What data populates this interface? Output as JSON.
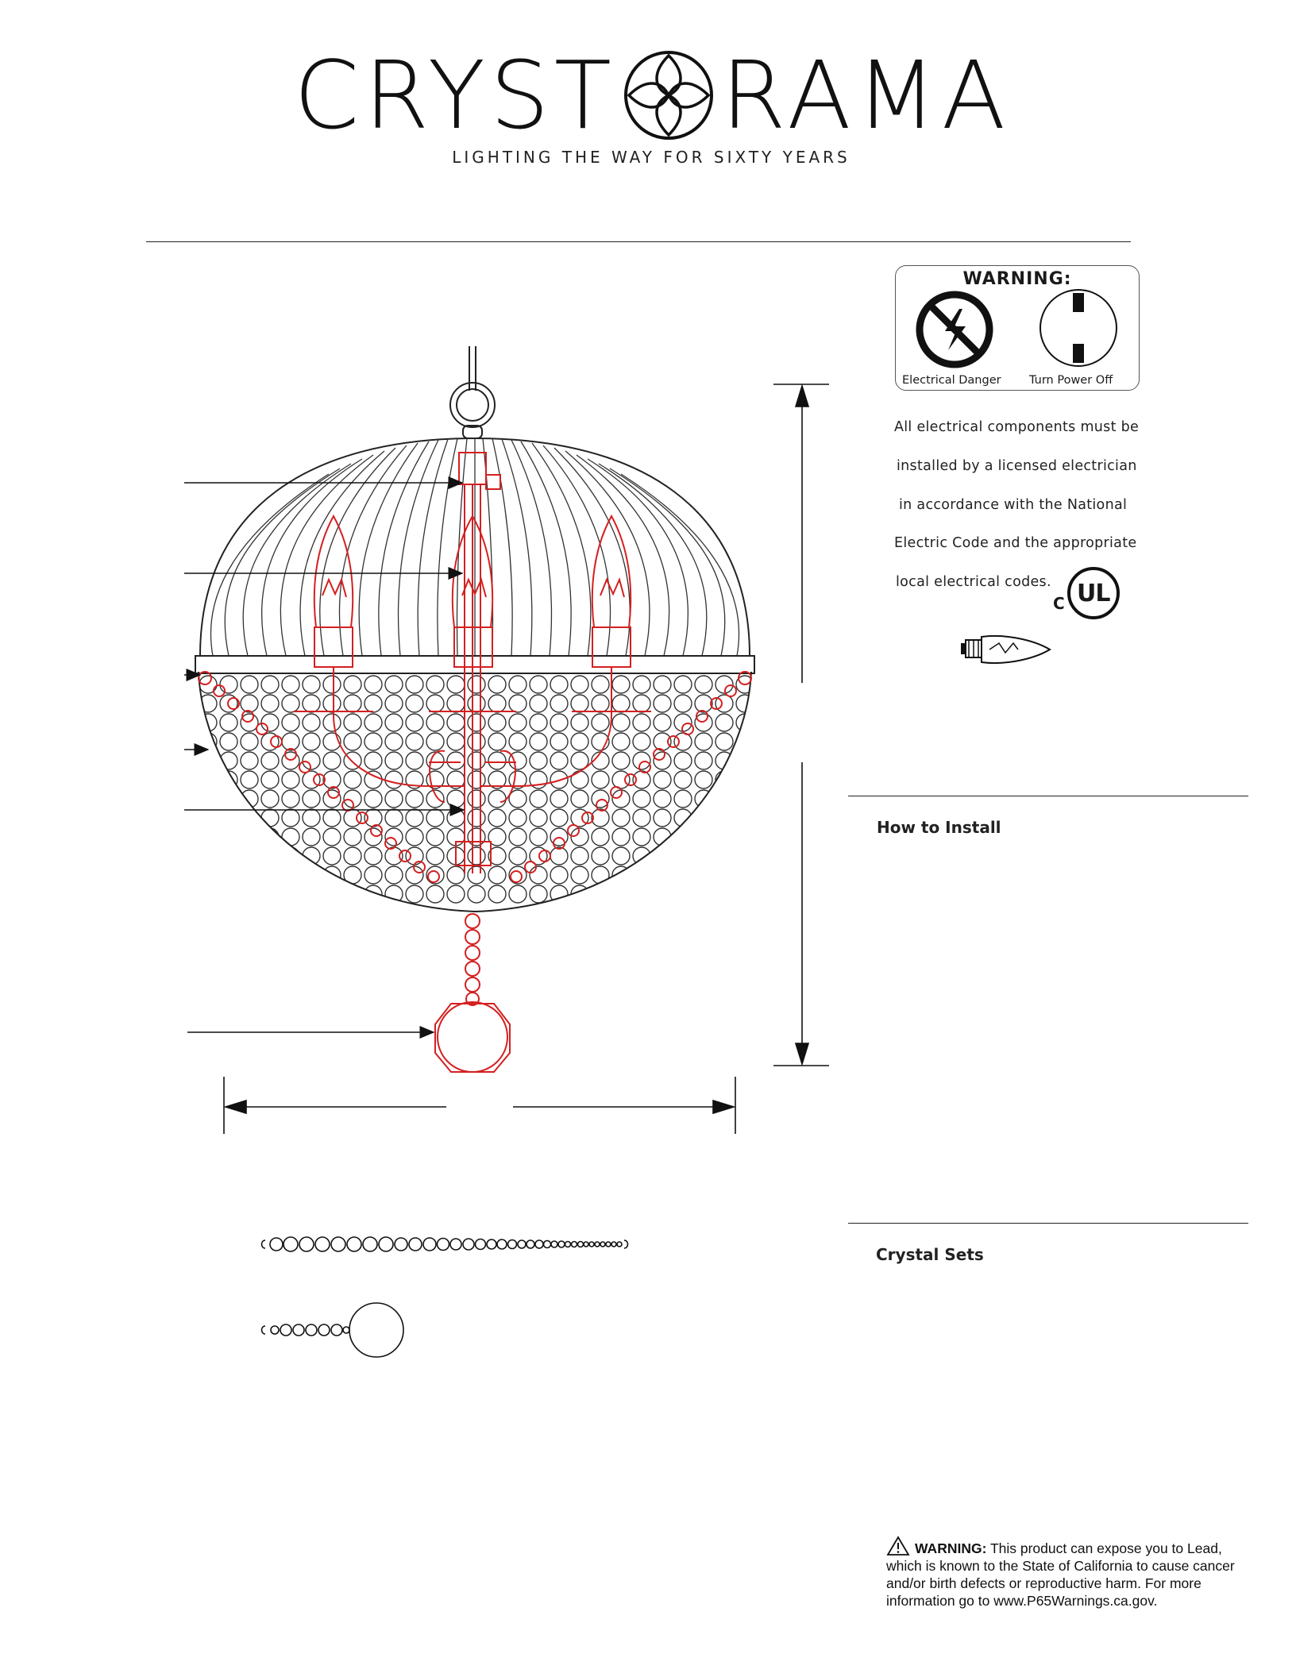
{
  "brand": {
    "name_left": "CRYST",
    "name_right": "RAMA",
    "tagline": "LIGHTING THE WAY FOR SIXTY YEARS"
  },
  "warning_box": {
    "title": "WARNING:",
    "left_caption": "Electrical Danger",
    "right_caption": "Turn Power Off"
  },
  "electrical_notice": {
    "lines": [
      "All electrical components must be",
      "installed by a licensed electrician",
      "in accordance with the National",
      "Electric Code and the appropriate",
      "local electrical codes."
    ]
  },
  "ul_mark": {
    "prefix": "C",
    "letters": "UL"
  },
  "sections": {
    "install_title": "How to Install",
    "crystal_title": "Crystal Sets"
  },
  "prop65": {
    "label": "WARNING:",
    "text": " This product can expose you to Lead, which is known to the State of California to cause cancer and/or birth defects or reproductive harm. For more information go to www.P65Warnings.ca.gov."
  },
  "colors": {
    "line": "#2a2a2a",
    "red": "#d42020"
  }
}
